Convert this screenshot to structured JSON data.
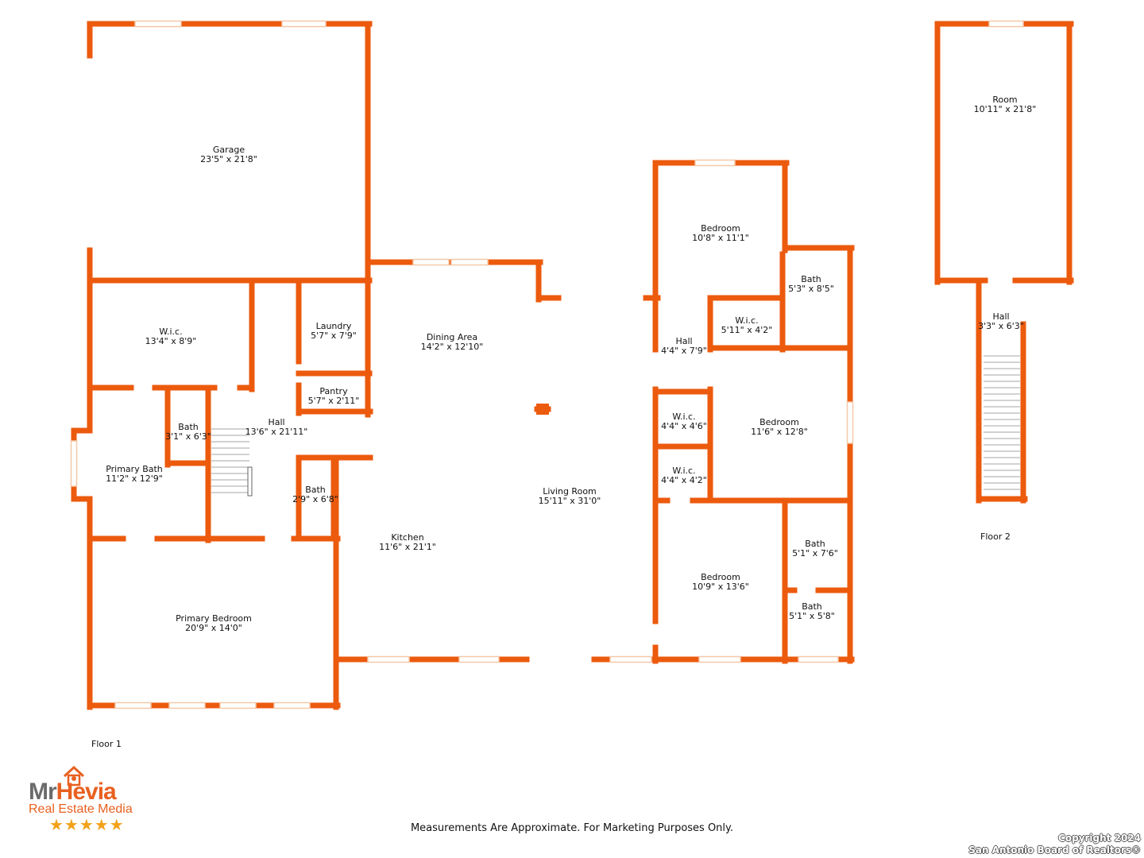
{
  "colors": {
    "wall": "#ec5a0d",
    "window": "#f4c8a8",
    "text": "#111111",
    "accent": "#e86020"
  },
  "rooms": [
    {
      "name": "Garage",
      "dims": "23'5\" x 21'8\""
    },
    {
      "name": "W.i.c.",
      "dims": "13'4\" x 8'9\""
    },
    {
      "name": "Laundry",
      "dims": "5'7\" x 7'9\""
    },
    {
      "name": "Pantry",
      "dims": "5'7\" x 2'11\""
    },
    {
      "name": "Dining Area",
      "dims": "14'2\" x 12'10\""
    },
    {
      "name": "Hall",
      "dims": "13'6\" x 21'11\""
    },
    {
      "name": "Bath",
      "dims": "3'1\" x 6'3\""
    },
    {
      "name": "Primary Bath",
      "dims": "11'2\" x 12'9\""
    },
    {
      "name": "Bath",
      "dims": "2'9\" x 6'8\""
    },
    {
      "name": "Kitchen",
      "dims": "11'6\" x 21'1\""
    },
    {
      "name": "Living Room",
      "dims": "15'11\" x 31'0\""
    },
    {
      "name": "Primary Bedroom",
      "dims": "20'9\" x 14'0\""
    },
    {
      "name": "Bedroom",
      "dims": "10'8\" x 11'1\""
    },
    {
      "name": "Bath",
      "dims": "5'3\" x 8'5\""
    },
    {
      "name": "Hall",
      "dims": "4'4\" x 7'9\""
    },
    {
      "name": "W.i.c.",
      "dims": "5'11\" x 4'2\""
    },
    {
      "name": "W.i.c.",
      "dims": "4'4\" x 4'6\""
    },
    {
      "name": "Bedroom",
      "dims": "11'6\" x 12'8\""
    },
    {
      "name": "W.i.c.",
      "dims": "4'4\" x 4'2\""
    },
    {
      "name": "Bedroom",
      "dims": "10'9\" x 13'6\""
    },
    {
      "name": "Bath",
      "dims": "5'1\" x 7'6\""
    },
    {
      "name": "Bath",
      "dims": "5'1\" x 5'8\""
    },
    {
      "name": "Room",
      "dims": "10'11\" x 21'8\""
    },
    {
      "name": "Hall",
      "dims": "3'3\" x 6'3\""
    }
  ],
  "floors": {
    "floor1": "Floor 1",
    "floor2": "Floor 2"
  },
  "disclaimer": "Measurements Are Approximate. For Marketing Purposes Only.",
  "copyright": {
    "line1": "Copyright 2024",
    "line2": "San Antonio Board of Realtors®"
  },
  "logo": {
    "name_part1": "Mr",
    "name_part2": "Hevia",
    "subtitle": "Real Estate Media",
    "stars": "★★★★★"
  }
}
